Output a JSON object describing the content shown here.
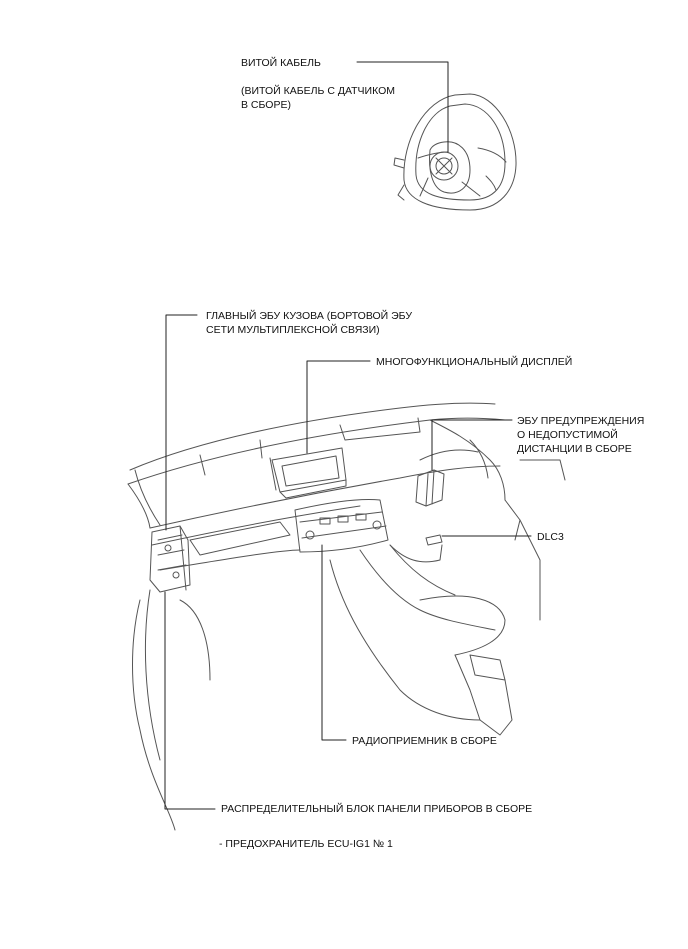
{
  "labels": {
    "spiral_cable": "ВИТОЙ КАБЕЛЬ",
    "spiral_cable_sub_1": "(ВИТОЙ КАБЕЛЬ С ДАТЧИКОМ",
    "spiral_cable_sub_2": "В СБОРЕ)",
    "body_ecu_1": "ГЛАВНЫЙ ЭБУ КУЗОВА (БОРТОВОЙ ЭБУ",
    "body_ecu_2": "СЕТИ МУЛЬТИПЛЕКСНОЙ СВЯЗИ)",
    "multi_display": "МНОГОФУНКЦИОНАЛЬНЫЙ ДИСПЛЕЙ",
    "distance_ecu_1": "ЭБУ ПРЕДУПРЕЖДЕНИЯ",
    "distance_ecu_2": "О НЕДОПУСТИМОЙ",
    "distance_ecu_3": "ДИСТАНЦИИ В СБОРЕ",
    "dlc3": "DLC3",
    "radio": "РАДИОПРИЕМНИК В СБОРЕ",
    "junction_block": "РАСПРЕДЕЛИТЕЛЬНЫЙ БЛОК ПАНЕЛИ ПРИБОРОВ В СБОРЕ",
    "fuse": "- ПРЕДОХРАНИТЕЛЬ ECU-IG1 № 1"
  },
  "colors": {
    "line": "#222222",
    "drawing": "#555555"
  }
}
